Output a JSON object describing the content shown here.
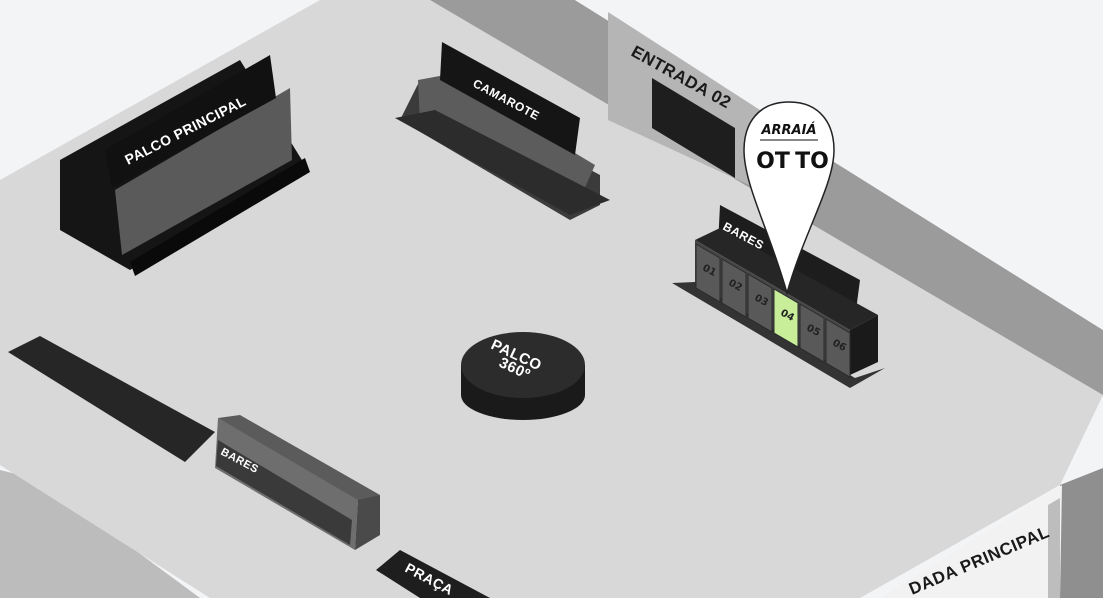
{
  "map": {
    "labels": {
      "palco_principal": "PALCO PRINCIPAL",
      "camarote": "CAMAROTE",
      "entrada_02": "ENTRADA 02",
      "bares_right": "BARES",
      "bares_left": "BARES",
      "palco_360_line1": "PALCO",
      "palco_360_line2": "360º",
      "praca": "PRAÇA",
      "entrada_principal": "DADA PRINCIPAL"
    },
    "bar_stalls": [
      "01",
      "02",
      "03",
      "04",
      "05",
      "06"
    ],
    "highlighted_stall": "04",
    "pin": {
      "line1": "ARRAIÁ",
      "line2": "OT",
      "line3": "TO"
    }
  },
  "colors": {
    "floor": "#d9d9d9",
    "wall": "#9a9a9a",
    "dark_block": "#1b1b1b",
    "mid_block": "#4a4a4a",
    "highlight": "#c8ee9a",
    "pin_fill": "#ffffff"
  }
}
